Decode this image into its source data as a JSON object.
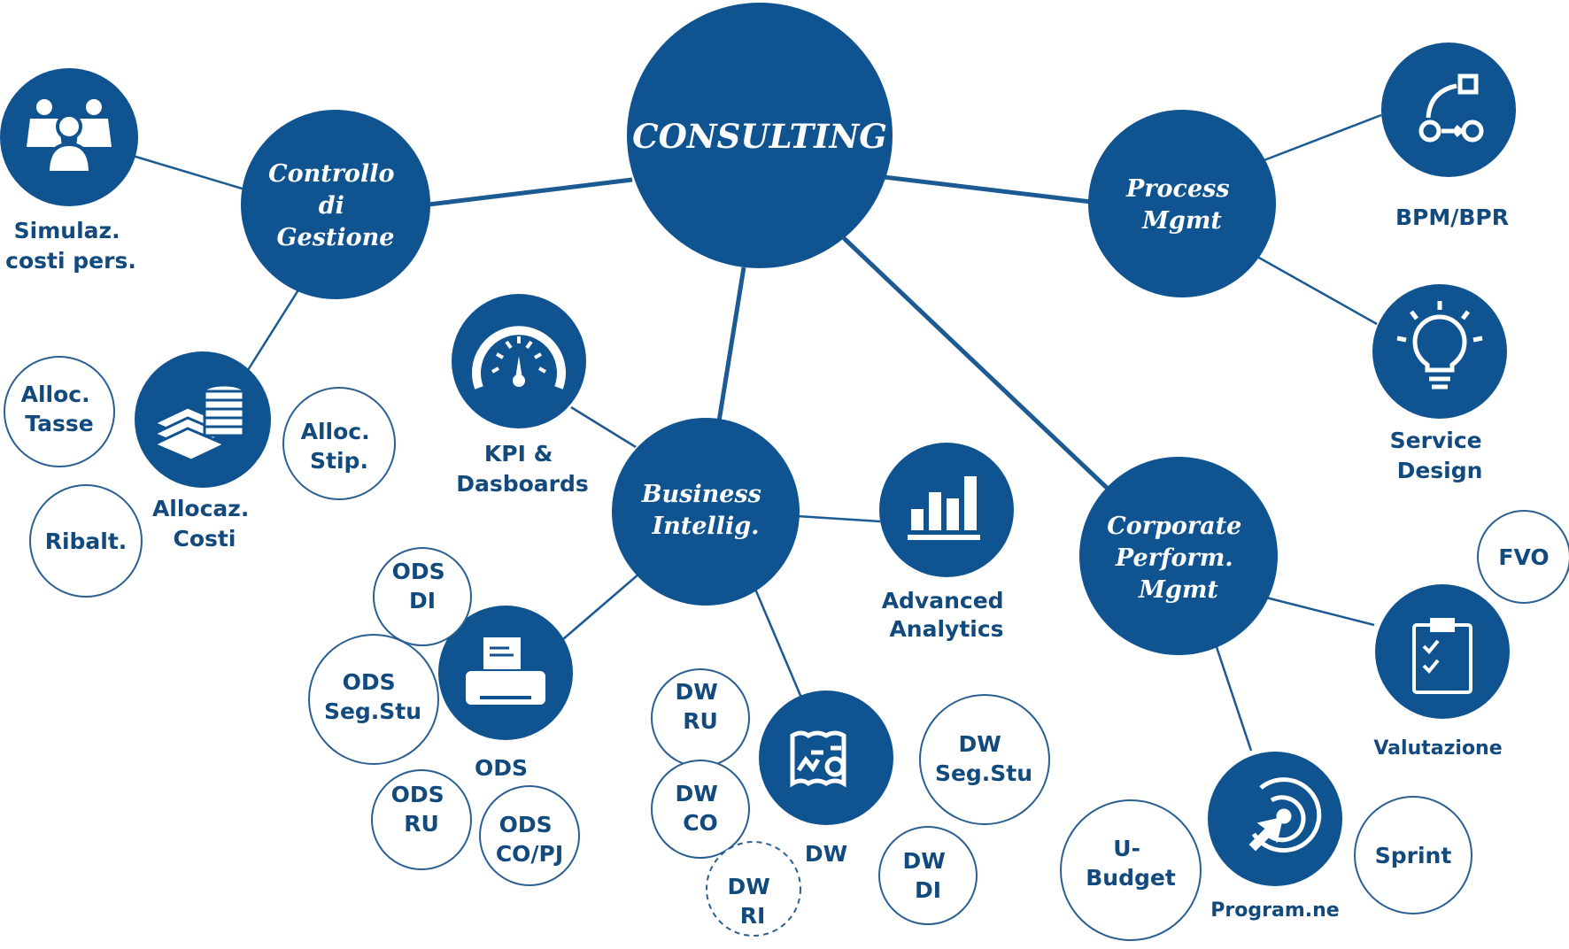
{
  "colors": {
    "primary": "#0f5390",
    "text": "#124a7e",
    "line": "#1c5a93",
    "outline": "#2a5f92"
  },
  "center": {
    "label": "CONSULTING"
  },
  "hubs": {
    "controllo": {
      "lines": [
        "Controllo",
        "di",
        "Gestione"
      ]
    },
    "process": {
      "lines": [
        "Process",
        "Mgmt"
      ]
    },
    "bi": {
      "lines": [
        "Business",
        "Intellig."
      ]
    },
    "cpm": {
      "lines": [
        "Corporate",
        "Perform.",
        "Mgmt"
      ]
    }
  },
  "icons": {
    "simulaz": {
      "icon": "team-people-icon",
      "lines": [
        "Simulaz.",
        "costi pers."
      ]
    },
    "allocaz": {
      "icon": "money-stack-icon",
      "lines": [
        "Allocaz.",
        "Costi"
      ]
    },
    "kpi": {
      "icon": "speedometer-icon",
      "lines": [
        "KPI &",
        "Dasboards"
      ]
    },
    "analytics": {
      "icon": "bar-chart-icon",
      "lines": [
        "Advanced",
        "Analytics"
      ]
    },
    "ods": {
      "icon": "printer-icon",
      "lines": [
        "ODS"
      ]
    },
    "dw": {
      "icon": "dashboard-report-icon",
      "lines": [
        "DW"
      ]
    },
    "bpm": {
      "icon": "process-flow-icon",
      "lines": [
        "BPM/BPR"
      ]
    },
    "service": {
      "icon": "lightbulb-icon",
      "lines": [
        "Service",
        "Design"
      ]
    },
    "valutazione": {
      "icon": "clipboard-checklist-icon",
      "lines": [
        "Valutazione"
      ]
    },
    "program": {
      "icon": "target-cursor-icon",
      "lines": [
        "Program.ne"
      ]
    }
  },
  "outlines": {
    "alloc_tasse": {
      "lines": [
        "Alloc.",
        "Tasse"
      ]
    },
    "ribalt": {
      "lines": [
        "Ribalt."
      ]
    },
    "alloc_stip": {
      "lines": [
        "Alloc.",
        "Stip."
      ]
    },
    "ods_di": {
      "lines": [
        "ODS",
        "DI"
      ]
    },
    "ods_segstu": {
      "lines": [
        "ODS",
        "Seg.Stu"
      ]
    },
    "ods_ru": {
      "lines": [
        "ODS",
        "RU"
      ]
    },
    "ods_copj": {
      "lines": [
        "ODS",
        "CO/PJ"
      ]
    },
    "dw_ru": {
      "lines": [
        "DW",
        "RU"
      ]
    },
    "dw_co": {
      "lines": [
        "DW",
        "CO"
      ]
    },
    "dw_ri": {
      "lines": [
        "DW",
        "RI"
      ]
    },
    "dw_segstu": {
      "lines": [
        "DW",
        "Seg.Stu"
      ]
    },
    "dw_di": {
      "lines": [
        "DW",
        "DI"
      ]
    },
    "fvo": {
      "lines": [
        "FVO"
      ]
    },
    "ubudget": {
      "lines": [
        "U-",
        "Budget"
      ]
    },
    "sprint": {
      "lines": [
        "Sprint"
      ]
    }
  }
}
